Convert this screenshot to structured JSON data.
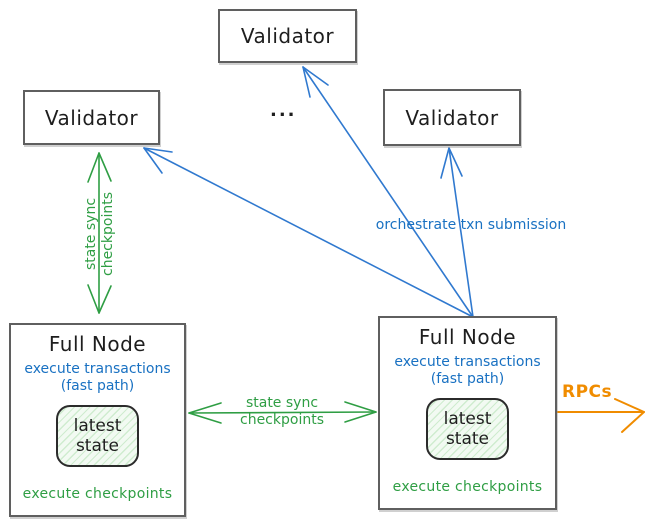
{
  "colors": {
    "green": "#2f9e44",
    "blue_text": "#1971c2",
    "blue_arrow": "#3079cf",
    "orange": "#f08c00",
    "box_border": "#5f5f5f",
    "state_fill": "#f2faf2",
    "state_hatch": "#cfeccf"
  },
  "validators": [
    {
      "label": "Validator"
    },
    {
      "label": "Validator"
    },
    {
      "label": "Validator"
    }
  ],
  "ellipsis": "...",
  "full_nodes": [
    {
      "title": "Full Node",
      "fast_path": "execute transactions\n(fast path)",
      "state": "latest\nstate",
      "footer": "execute checkpoints"
    },
    {
      "title": "Full Node",
      "fast_path": "execute transactions\n(fast path)",
      "state": "latest\nstate",
      "footer": "execute checkpoints"
    }
  ],
  "edge_labels": {
    "vertical_sync": "state sync\ncheckpoints",
    "horizontal_sync": "state sync\ncheckpoints",
    "orchestrate": "orchestrate txn submission",
    "rpcs": "RPCs"
  }
}
